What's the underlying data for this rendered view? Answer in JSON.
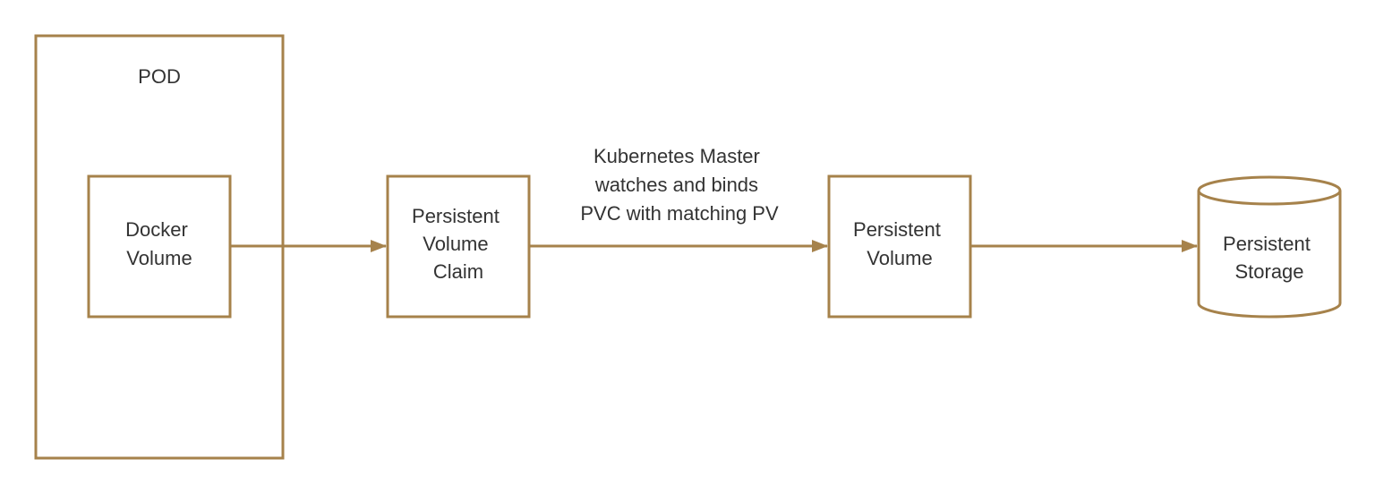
{
  "colors": {
    "stroke": "#A6824B",
    "text": "#333333",
    "background": "#FFFFFF"
  },
  "pod": {
    "label": "POD"
  },
  "nodes": {
    "docker_volume": {
      "lines": [
        "Docker",
        "Volume"
      ]
    },
    "pvc": {
      "lines": [
        "Persistent",
        "Volume",
        "Claim"
      ]
    },
    "pv": {
      "lines": [
        "Persistent",
        "Volume"
      ]
    },
    "storage": {
      "lines": [
        "Persistent",
        "Storage"
      ],
      "shape": "cylinder"
    }
  },
  "edges": [
    {
      "from": "docker_volume",
      "to": "pvc"
    },
    {
      "from": "pvc",
      "to": "pv",
      "label": [
        "Kubernetes Master",
        "watches and binds",
        "PVC with matching PV"
      ]
    },
    {
      "from": "pv",
      "to": "storage"
    }
  ]
}
